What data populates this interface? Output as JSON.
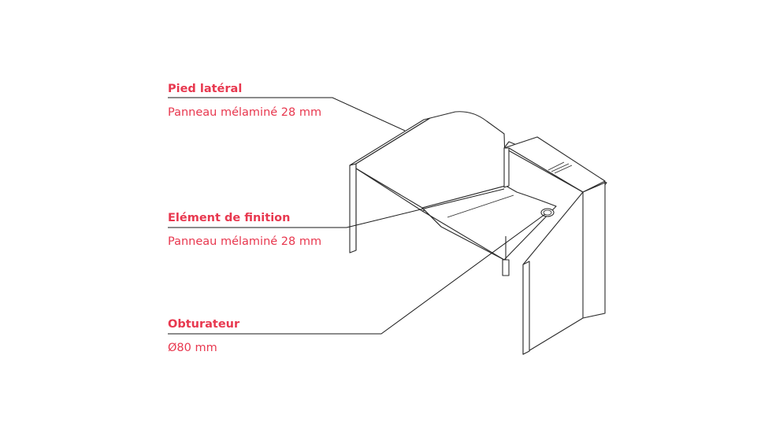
{
  "callouts": [
    {
      "title": "Pied latéral",
      "subtitle": "Panneau mélaminé 28 mm"
    },
    {
      "title": "Elément de finition",
      "subtitle": "Panneau mélaminé 28 mm"
    },
    {
      "title": "Obturateur",
      "subtitle": "Ø80 mm"
    }
  ],
  "colors": {
    "accent": "#e8384f",
    "line": "#2a2a2a"
  }
}
